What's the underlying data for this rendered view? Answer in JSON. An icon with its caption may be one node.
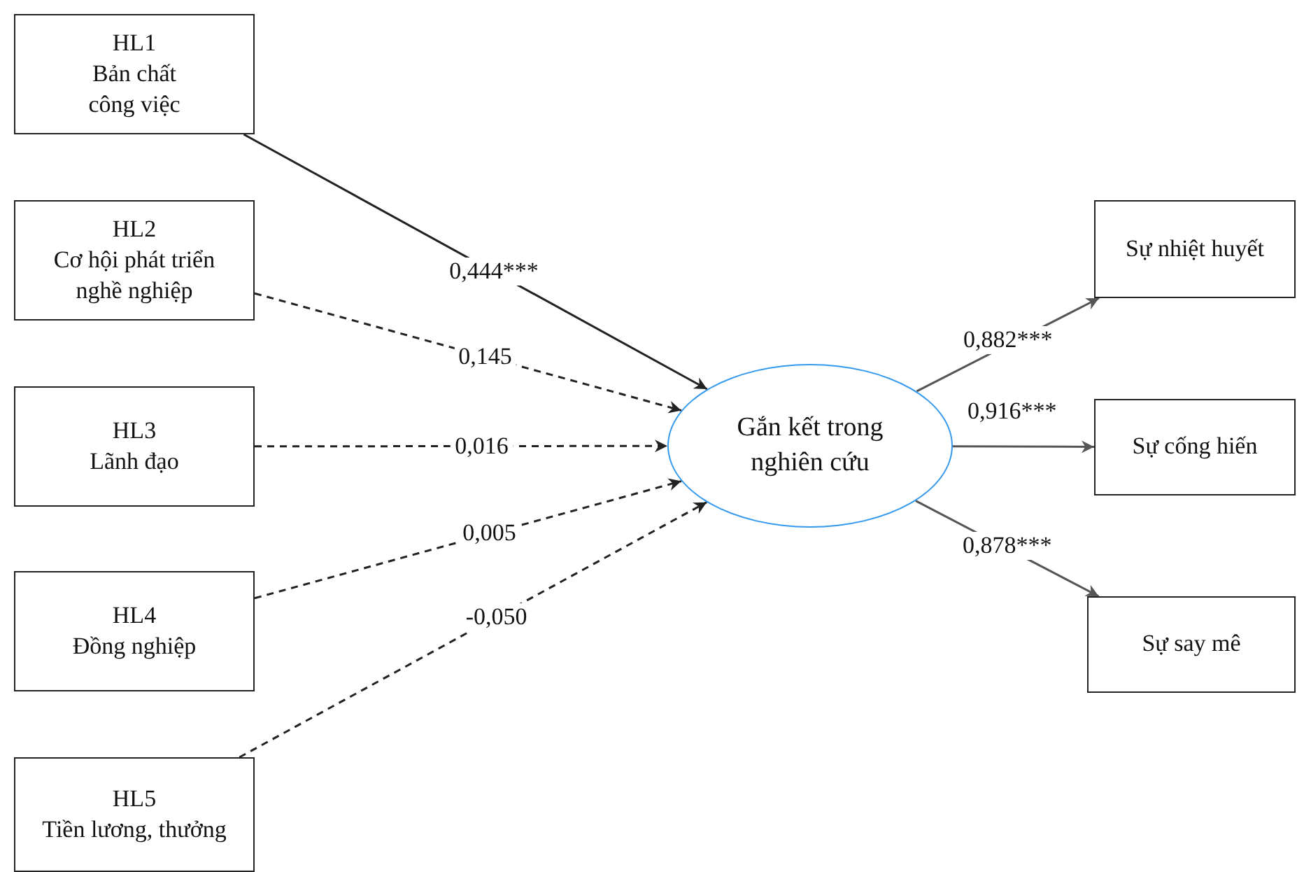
{
  "diagram": {
    "nodes": [
      {
        "text": [
          "HL1",
          "Bản chất công việc"
        ]
      },
      {
        "text": [
          "HL2",
          "Cơ hội phát triển nghề nghiệp"
        ]
      },
      {
        "text": [
          "HL3",
          "Lãnh đạo"
        ]
      },
      {
        "text": [
          "HL4",
          "Đồng nghiệp"
        ]
      },
      {
        "text": [
          "HL5",
          "Tiền lương, thưởng"
        ]
      },
      {
        "text": [
          "Gắn kết trong nghiên cứu"
        ]
      },
      {
        "text": [
          "Sự nhiệt huyết"
        ]
      },
      {
        "text": [
          "Sự cống hiến"
        ]
      },
      {
        "text": [
          "Sự say mê"
        ]
      }
    ],
    "edges": [
      {
        "from": 0,
        "to": 5,
        "arrow": "to",
        "label": "0,444***"
      },
      {
        "from": 1,
        "to": 5,
        "arrow": "to",
        "label": "0,145",
        "style": "dashed"
      },
      {
        "from": 2,
        "to": 5,
        "arrow": "to",
        "label": "0,016",
        "style": "dashed"
      },
      {
        "from": 3,
        "to": 5,
        "arrow": "to",
        "label": "0,005",
        "style": "dashed"
      },
      {
        "from": 4,
        "to": 5,
        "arrow": "to",
        "label": "-0,050",
        "style": "dashed"
      },
      {
        "from": 5,
        "to": 6,
        "arrow": "to",
        "label": "0,882***",
        "color": "#555555"
      },
      {
        "from": 5,
        "to": 7,
        "arrow": "to",
        "label": "0,916***",
        "color": "#555555"
      },
      {
        "from": 5,
        "to": 8,
        "arrow": "to",
        "label": "0,878***",
        "color": "#555555"
      }
    ]
  }
}
